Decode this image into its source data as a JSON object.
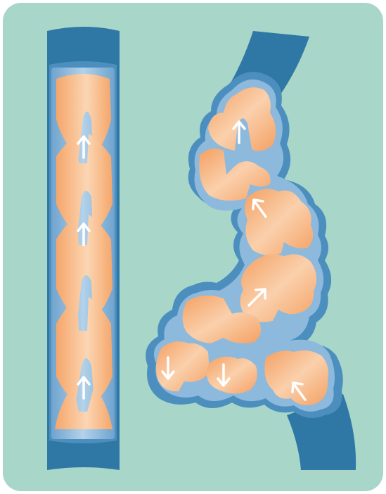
{
  "figure": {
    "panels": [
      {
        "id": "healthy-vein",
        "valve_flow_directions": [
          "up",
          "up",
          "up"
        ]
      },
      {
        "id": "varicose-vein",
        "valve_flow_directions": [
          "up",
          "up-left",
          "up-right",
          "down",
          "down",
          "up-left"
        ]
      }
    ]
  },
  "colors": {
    "background": "#A8D6C9",
    "vein_wall_dark": "#2F78A6",
    "vein_wall_mid": "#4C8FBE",
    "vein_lining": "#8DB9DD",
    "blood": "#F5A86E",
    "blood_highlight": "#FAD2AE",
    "arrow": "#FFFFFF"
  }
}
